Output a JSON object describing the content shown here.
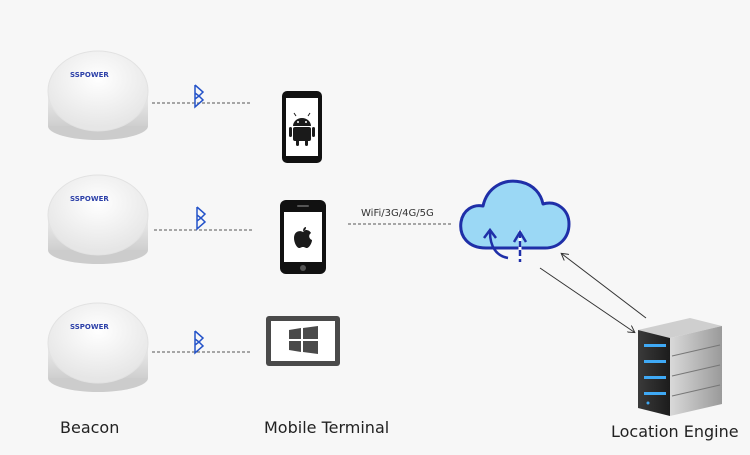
{
  "beacon": {
    "brand": "SSPOWER",
    "label": "Beacon"
  },
  "terminals": {
    "label": "Mobile Terminal",
    "devices": [
      {
        "name": "android-phone-icon"
      },
      {
        "name": "apple-phone-icon"
      },
      {
        "name": "windows-tablet-icon"
      }
    ]
  },
  "network": {
    "link_label": "WiFi/3G/4G/5G",
    "cloud_icon": "cloud-icon"
  },
  "server": {
    "label": "Location Engine",
    "icon": "server-icon"
  },
  "colors": {
    "bluetooth": "#2453c9",
    "cloud_fill": "#9bd8f5",
    "cloud_stroke": "#1f2fa8",
    "dash": "#555555",
    "server_body": "#2a2a2a",
    "server_light": "#3fa9f5"
  }
}
